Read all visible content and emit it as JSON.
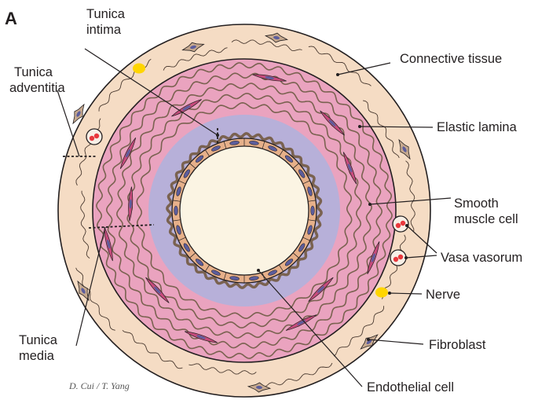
{
  "panel_label": "A",
  "labels": {
    "tunica_intima": [
      "Tunica",
      "intima"
    ],
    "tunica_adventitia": [
      "Tunica",
      "adventitia"
    ],
    "tunica_media": [
      "Tunica",
      "media"
    ],
    "connective_tissue": "Connective tissue",
    "elastic_lamina": "Elastic lamina",
    "smooth_muscle_cell": [
      "Smooth",
      "muscle cell"
    ],
    "vasa_vasorum": "Vasa vasorum",
    "nerve": "Nerve",
    "fibroblast": "Fibroblast",
    "endothelial_cell": "Endothelial cell"
  },
  "signature": "D. Cui / T. Yang",
  "colors": {
    "adventitia_fill": "#f5dcc4",
    "media_fill": "#eaa3bf",
    "elastic_wave": "#7a6250",
    "intima_ring": "#b7b0d9",
    "endothelium": "#e6b08a",
    "lumen": "#fbf4e3",
    "nucleus": "#5c5d9c",
    "muscle_cell": "#c74b7c",
    "nerve": "#ffd500",
    "vessel_red": "#e8383d",
    "outline": "#231f20"
  }
}
